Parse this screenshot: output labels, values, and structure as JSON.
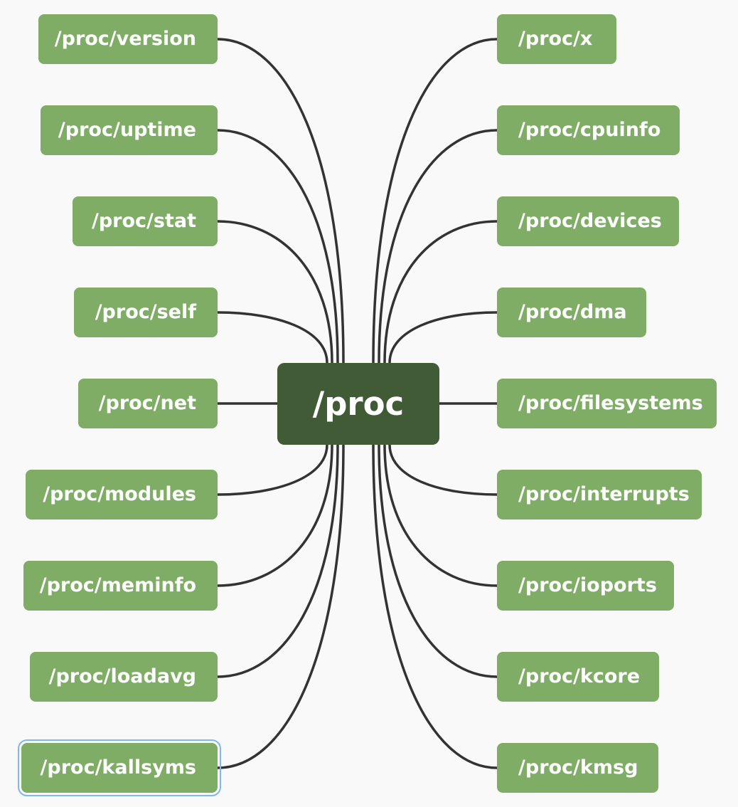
{
  "colors": {
    "center_fill": "#405b35",
    "node_fill": "#7fad66",
    "edge": "#333333",
    "selection": "#7fb8ee"
  },
  "center": {
    "label": "/proc"
  },
  "left_nodes": [
    {
      "label": "/proc/version"
    },
    {
      "label": "/proc/uptime"
    },
    {
      "label": "/proc/stat"
    },
    {
      "label": "/proc/self"
    },
    {
      "label": "/proc/net"
    },
    {
      "label": "/proc/modules"
    },
    {
      "label": "/proc/meminfo"
    },
    {
      "label": "/proc/loadavg"
    },
    {
      "label": "/proc/kallsyms",
      "selected": true
    }
  ],
  "right_nodes": [
    {
      "label": "/proc/x"
    },
    {
      "label": "/proc/cpuinfo"
    },
    {
      "label": "/proc/devices"
    },
    {
      "label": "/proc/dma"
    },
    {
      "label": "/proc/filesystems"
    },
    {
      "label": "/proc/interrupts"
    },
    {
      "label": "/proc/ioports"
    },
    {
      "label": "/proc/kcore"
    },
    {
      "label": "/proc/kmsg"
    }
  ]
}
